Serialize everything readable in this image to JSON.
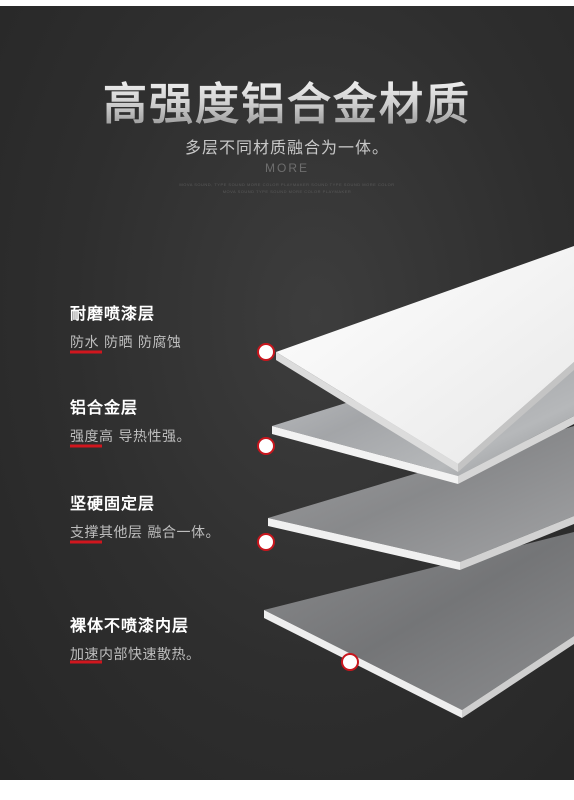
{
  "header": {
    "title": "高强度铝合金材质",
    "subtitle": "多层不同材质融合为一体。",
    "more": "MORE",
    "fine_line_1": "MOVA SOUND, TYPE SOUND MORE COLOR PLAYMAKER SOUND TYPE SOUND MORE COLOR",
    "fine_line_2": "MOVA SOUND TYPE SOUND MORE COLOR PLAYMAKER"
  },
  "layers": [
    {
      "title": "耐磨喷漆层",
      "desc": "防水 防晒 防腐蚀"
    },
    {
      "title": "铝合金层",
      "desc": "强度高 导热性强。"
    },
    {
      "title": "坚硬固定层",
      "desc": "支撑其他层 融合一体。"
    },
    {
      "title": "裸体不喷漆内层",
      "desc": "加速内部快速散热。"
    }
  ],
  "colors": {
    "background": "#2e2e2e",
    "accent_red": "#c8161d",
    "white_layer": "#f4f4f4",
    "aluminum_layer": "#a9abae",
    "grey_layer": "#8e8f91",
    "inner_layer": "#7b7c7e"
  }
}
